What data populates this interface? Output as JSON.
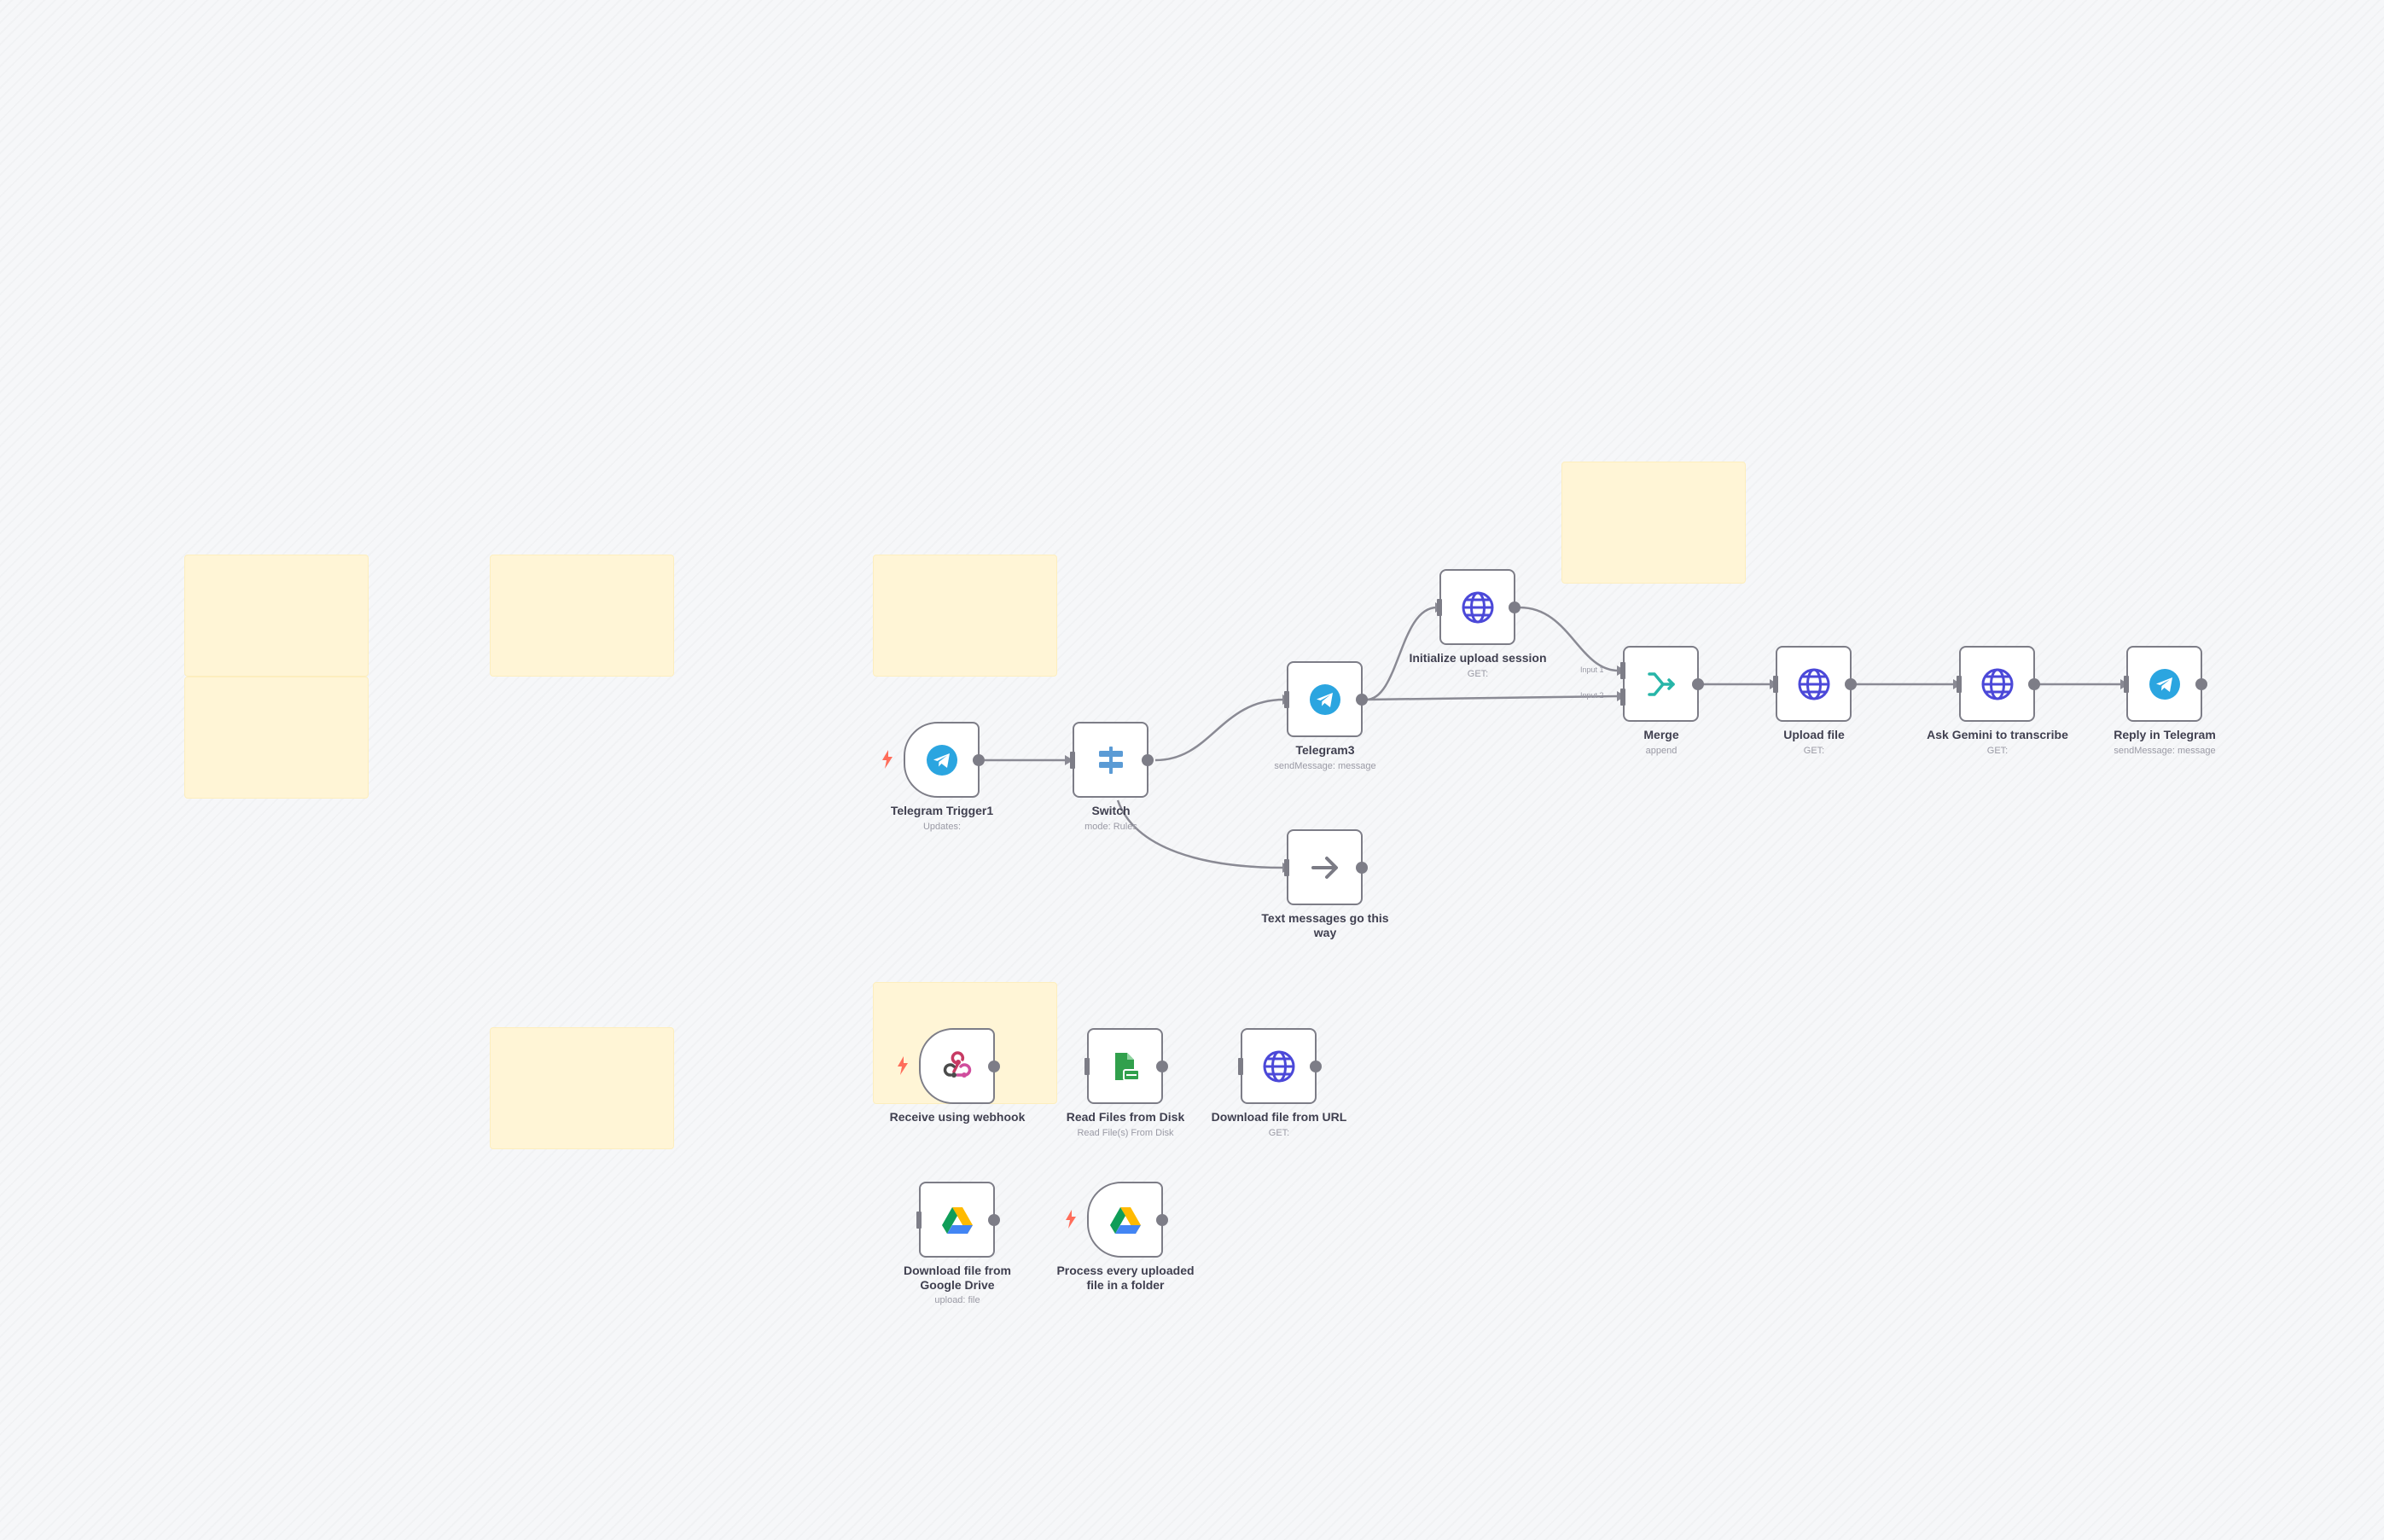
{
  "canvas": {
    "background": "#f6f7f9"
  },
  "colors": {
    "node_border": "#7d7d87",
    "sticky_fill": "#fff5d6",
    "telegram_blue": "#2ba5e0",
    "globe_purple": "#4b48d8",
    "switch_blue": "#5b9bd5",
    "merge_teal": "#27b5a8",
    "bolt_red": "#ff6d5a",
    "read_files_green": "#31a04c",
    "arrow_gray": "#7b7b85"
  },
  "nodes": {
    "telegram_trigger": {
      "name": "Telegram Trigger1",
      "sub": "Updates:",
      "icon": "telegram-icon"
    },
    "switch": {
      "name": "Switch",
      "sub": "mode: Rules",
      "icon": "switch-icon"
    },
    "telegram3": {
      "name": "Telegram3",
      "sub": "sendMessage: message",
      "icon": "telegram-icon"
    },
    "text_messages": {
      "name": "Text messages go this way",
      "icon": "arrow-right-icon"
    },
    "init_upload": {
      "name": "Initialize upload session",
      "sub": "GET:",
      "icon": "globe-icon"
    },
    "merge": {
      "name": "Merge",
      "sub": "append",
      "icon": "merge-icon",
      "input1": "Input 1",
      "input2": "Input 2"
    },
    "upload_file": {
      "name": "Upload file",
      "sub": "GET:",
      "icon": "globe-icon"
    },
    "ask_gemini": {
      "name": "Ask Gemini to transcribe",
      "sub": "GET:",
      "icon": "globe-icon"
    },
    "reply_telegram": {
      "name": "Reply in Telegram",
      "sub": "sendMessage: message",
      "icon": "telegram-icon"
    },
    "receive_webhook": {
      "name": "Receive using webhook",
      "icon": "webhook-icon"
    },
    "read_files": {
      "name": "Read Files from Disk",
      "sub": "Read File(s) From Disk",
      "icon": "file-icon"
    },
    "download_url": {
      "name": "Download file from URL",
      "sub": "GET:",
      "icon": "globe-icon"
    },
    "download_gdrive": {
      "name": "Download file from Google Drive",
      "sub": "upload: file",
      "icon": "google-drive-icon"
    },
    "process_folder": {
      "name": "Process every uploaded file in a folder",
      "icon": "google-drive-icon"
    }
  }
}
